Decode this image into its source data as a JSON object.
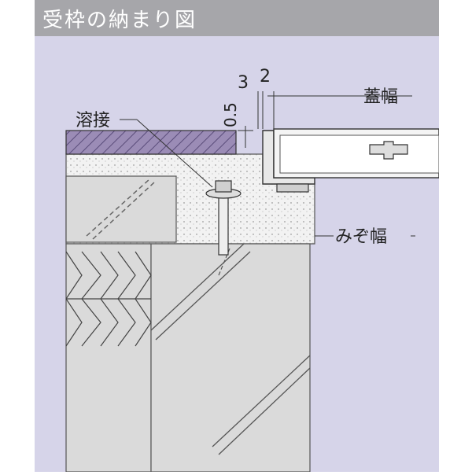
{
  "title": "受枠の納まり図",
  "labels": {
    "dim_3": "3",
    "dim_2": "2",
    "dim_05": "0.5",
    "welding": "溶接",
    "cover_width": "蓋幅",
    "gutter_width": "みぞ幅"
  },
  "colors": {
    "background": "#d6d4e9",
    "title_bar": "#a6a6aa",
    "grating_fill": "#9b8cb6",
    "concrete": "#f0f0f0",
    "block": "#dadada",
    "line": "#333333"
  }
}
